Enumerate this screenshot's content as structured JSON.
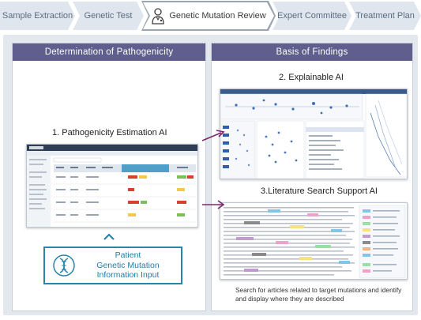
{
  "process_steps": [
    {
      "label": "Sample Extraction",
      "active": false
    },
    {
      "label": "Genetic Test",
      "active": false
    },
    {
      "label": "Genetic Mutation Review",
      "active": true
    },
    {
      "label": "Expert Committee",
      "active": false
    },
    {
      "label": "Treatment Plan",
      "active": false
    }
  ],
  "left_panel": {
    "title": "Determination of Pathogenicity",
    "tool_caption": "1. Pathogenicity Estimation AI",
    "input_label_line1": "Patient",
    "input_label_line2": "Genetic Mutation",
    "input_label_line3": "Information Input"
  },
  "right_panel": {
    "title": "Basis of Findings",
    "explainable_caption": "2. Explainable AI",
    "literature_caption": "3.Literature Search Support AI",
    "literature_description": "Search for articles related to target mutations and identify and display where they are described"
  },
  "colors": {
    "panel_header": "#5f5e8c",
    "input_border": "#2c83a8",
    "arrow": "#7a2a6e",
    "chevron": "#dfe6ee"
  }
}
